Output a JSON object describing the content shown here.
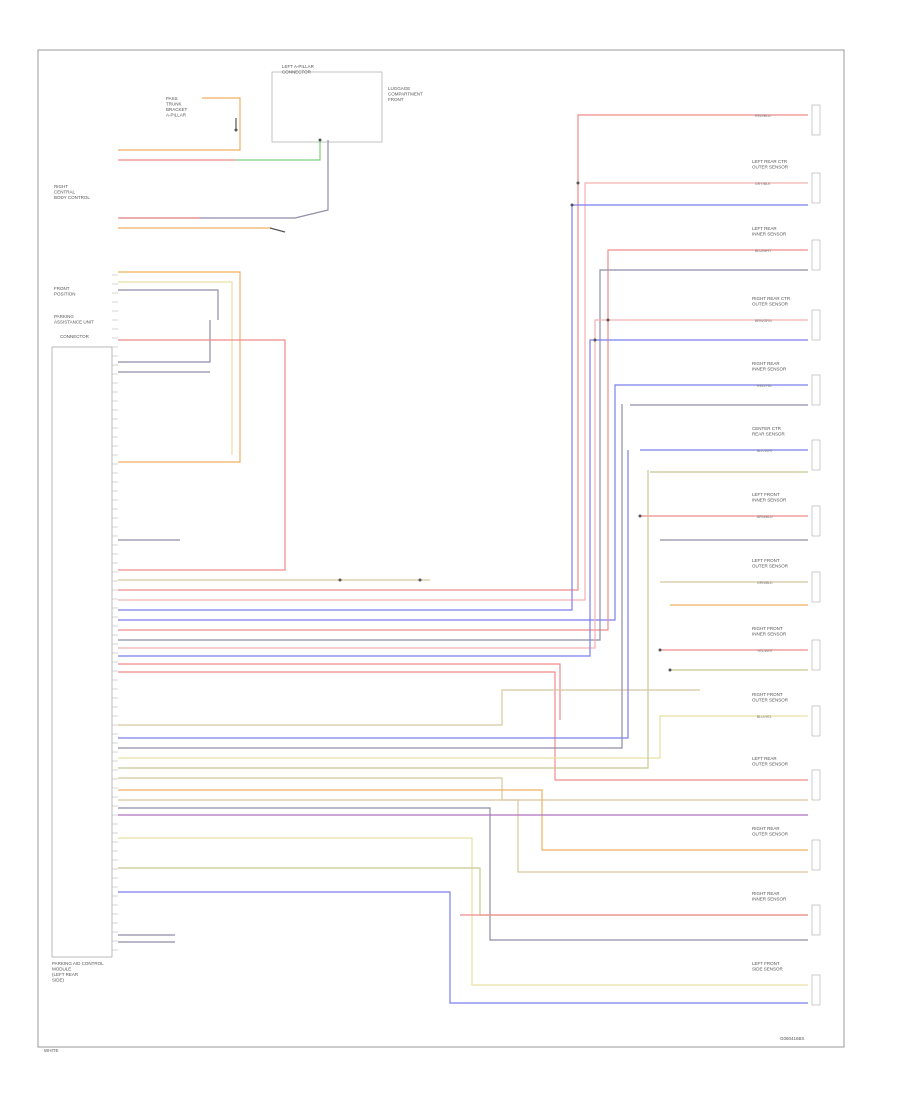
{
  "footer": {
    "left": "WHITE",
    "right": "G060416BX"
  },
  "left_labels": [
    {
      "lines": [
        "PASS",
        "TRUNK",
        "BRACKET",
        "A-PILLAR"
      ]
    },
    {
      "lines": [
        "RIGHT",
        "CENTRAL",
        "BODY CONTROL"
      ]
    },
    {
      "lines": [
        "FRONT",
        "POSITION"
      ]
    },
    {
      "lines": [
        "PARKING",
        "ASSISTANCE UNIT"
      ]
    },
    {
      "lines": [
        "CONNECTOR"
      ]
    },
    {
      "lines": [
        "PARKING AID CONTROL",
        "MODULE",
        "(LEFT REAR",
        "SIDE)"
      ]
    }
  ],
  "right_labels": [
    {
      "lines": [
        "LEFT REAR CTR",
        "OUTER SENSOR"
      ]
    },
    {
      "lines": [
        "LEFT REAR",
        "INNER SENSOR"
      ]
    },
    {
      "lines": [
        "RIGHT REAR CTR",
        "OUTER SENSOR"
      ]
    },
    {
      "lines": [
        "RIGHT REAR",
        "INNER SENSOR"
      ]
    },
    {
      "lines": [
        "CENTER CTR",
        "REAR SENSOR"
      ]
    },
    {
      "lines": [
        "LEFT FRONT",
        "INNER SENSOR"
      ]
    },
    {
      "lines": [
        "LEFT FRONT",
        "OUTER SENSOR"
      ]
    },
    {
      "lines": [
        "RIGHT FRONT",
        "INNER SENSOR"
      ]
    },
    {
      "lines": [
        "RIGHT FRONT",
        "OUTER SENSOR"
      ]
    },
    {
      "lines": [
        "LEFT REAR",
        "OUTER SENSOR"
      ]
    },
    {
      "lines": [
        "RIGHT REAR",
        "OUTER SENSOR"
      ]
    },
    {
      "lines": [
        "RIGHT REAR",
        "INNER SENSOR"
      ]
    },
    {
      "lines": [
        "LEFT FRONT",
        "SIDE SENSOR"
      ]
    }
  ],
  "top_labels": [
    {
      "lines": [
        "LEFT A-PILLAR",
        "CONNECTOR"
      ]
    },
    {
      "lines": [
        "LUGGAGE",
        "COMPARTMENT",
        "FRONT"
      ]
    }
  ],
  "wire_labels": [
    "RED/BLU",
    "GRY/BLK",
    "BLU/WHT",
    "BRN/GRN",
    "RED/YEL",
    "BLK/WHT",
    "BRN/BLU",
    "GRN/BLK",
    "YEL/WHT",
    "BLU/YEL"
  ],
  "colors": {
    "red": "#f08a8a",
    "pink": "#f4b0b0",
    "blue": "#7b7ef0",
    "gray": "#8e8ea8",
    "orange": "#f0b060",
    "yellow": "#e8e0a0",
    "olive": "#c8c890",
    "green": "#80d080",
    "tan": "#d8c8a0",
    "purple": "#b070c0",
    "dark": "#555555",
    "frame": "#999999"
  }
}
